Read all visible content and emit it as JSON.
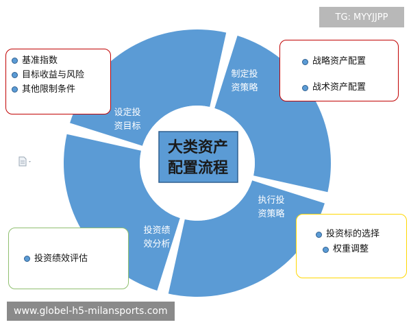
{
  "watermark": "TG: MYYJJPP",
  "footer_url": "www.globel-h5-milansports.com",
  "center": {
    "line1": "大类资产",
    "line2": "配置流程"
  },
  "segments": [
    {
      "line1": "制定投",
      "line2": "资策略"
    },
    {
      "line1": "执行投",
      "line2": "资策略"
    },
    {
      "line1": "投资绩",
      "line2": "效分析"
    },
    {
      "line1": "设定投",
      "line2": "资目标"
    }
  ],
  "callouts": {
    "top_left": [
      "基准指数",
      "目标收益与风险",
      "其他限制条件"
    ],
    "top_right": [
      "战略资产配置",
      "战术资产配置"
    ],
    "bottom_right": [
      "投资标的选择",
      "权重调整"
    ],
    "bottom_left": [
      "投资绩效评估"
    ]
  },
  "colors": {
    "segment": "#5b9bd5",
    "center": "#5b9bd5",
    "box_red": "#c00000",
    "box_green": "#8fbf6f",
    "box_yellow": "#ffd700"
  },
  "icons": {
    "side_icon": "document-icon"
  }
}
